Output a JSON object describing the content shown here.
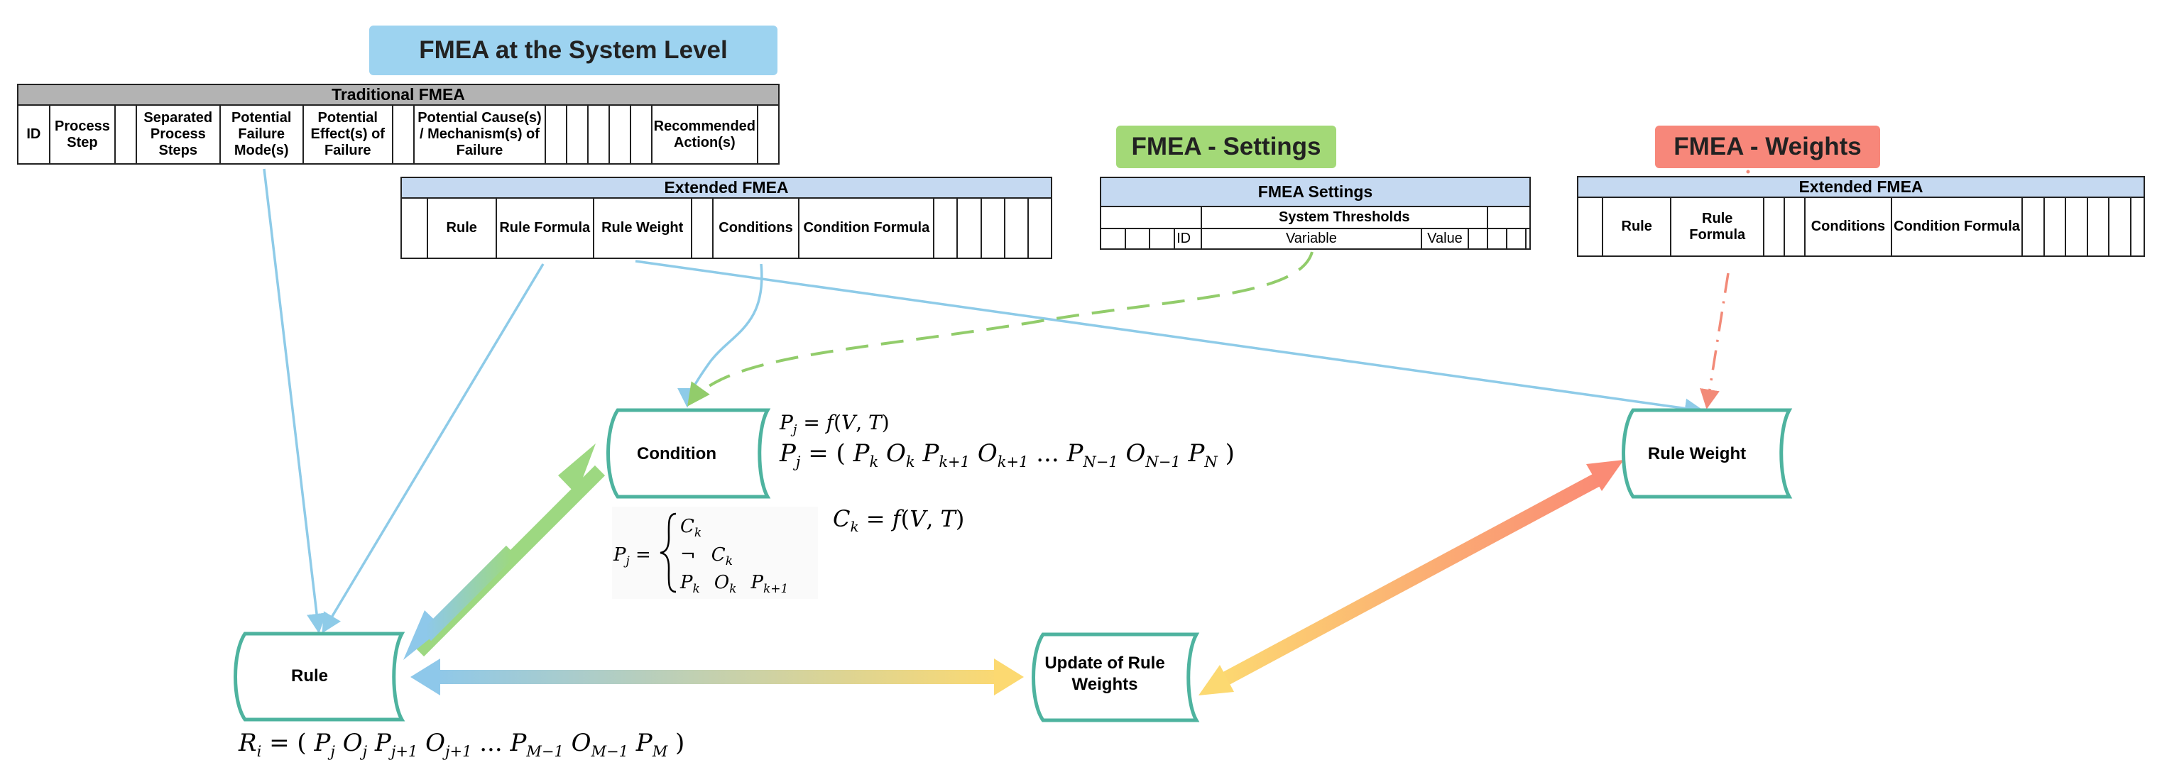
{
  "titles": {
    "system_level": "FMEA at the System Level",
    "settings": "FMEA - Settings",
    "weights": "FMEA - Weights"
  },
  "traditional_table": {
    "header": "Traditional FMEA",
    "columns": [
      "ID",
      "Process Step",
      "",
      "Separated Process Steps",
      "Potential Failure Mode(s)",
      "Potential Effect(s) of Failure",
      "",
      "Potential Cause(s) / Mechanism(s) of Failure",
      "",
      "",
      "",
      "",
      "",
      "Recommended Action(s)",
      ""
    ]
  },
  "extended_table": {
    "header": "Extended FMEA",
    "columns": [
      "",
      "Rule",
      "Rule Formula",
      "Rule Weight",
      "",
      "Conditions",
      "Condition Formula",
      "",
      "",
      "",
      "",
      ""
    ]
  },
  "settings_table": {
    "header": "FMEA Settings",
    "subheader": "System Thresholds",
    "columns": [
      "ID",
      "Variable",
      "Value"
    ]
  },
  "weights_table": {
    "header": "Extended FMEA",
    "columns": [
      "",
      "Rule",
      "Rule Formula",
      "",
      "",
      "Conditions",
      "Condition Formula",
      "",
      "",
      "",
      "",
      "",
      ""
    ]
  },
  "nodes": {
    "condition": "Condition",
    "rule_weight": "Rule Weight",
    "rule": "Rule",
    "update_line1": "Update of Rule",
    "update_line2": "Weights"
  },
  "formulas": {
    "pj_fvt": "P = f(V,T)",
    "pj_seq": "P = ( P O P ... P O P )",
    "ck_fvt": "C = f(V,T)",
    "pj_cases": [
      "C",
      "¬ C",
      "P O P"
    ],
    "ri_seq": "R = ( P O P ... P O P )"
  },
  "colors": {
    "title_blue": "#9dd3f0",
    "title_green": "#a3d977",
    "title_red": "#f7877a",
    "table_grey": "#b3b3b3",
    "table_blue": "#c5d9f1",
    "node_stroke": "#4eb39f",
    "line_blue": "#8ecbe8",
    "line_green": "#92cc6b",
    "line_red": "#f28a78",
    "arrow_green": "#9dd881",
    "arrow_blue": "#8ec8ea",
    "arrow_yellow": "#fcd971",
    "arrow_orange": "#fa8b75"
  }
}
